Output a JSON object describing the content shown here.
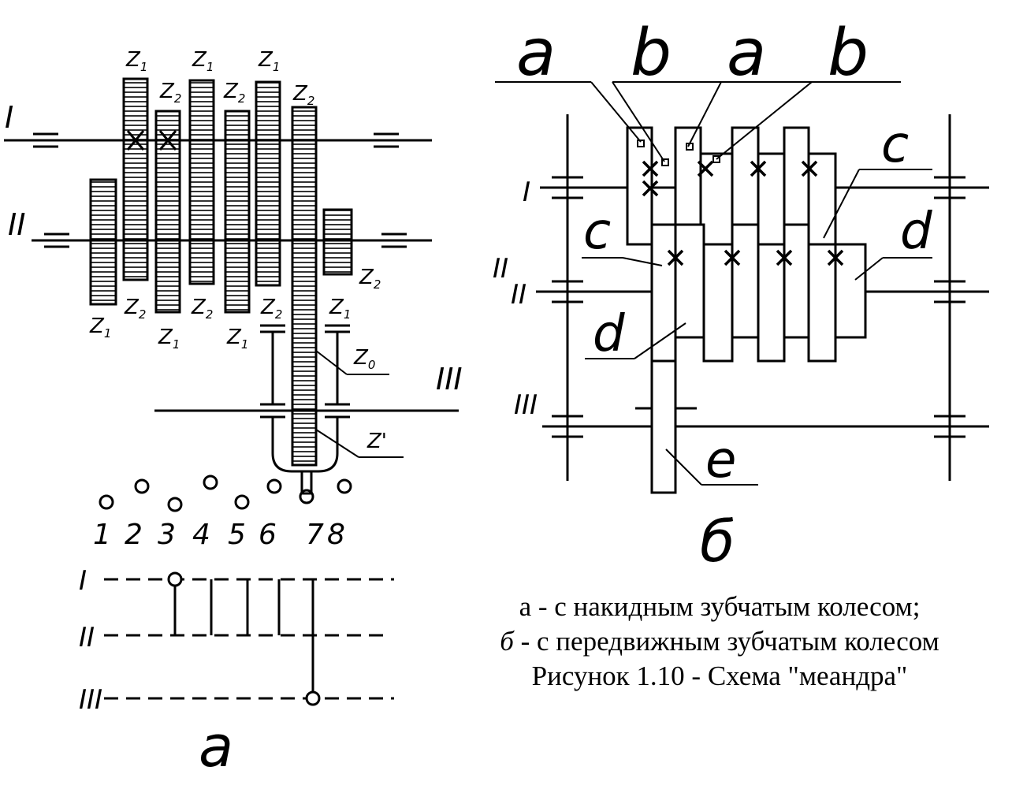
{
  "figure_a": {
    "shaft_labels": [
      "I",
      "II",
      "III"
    ],
    "gear_labels": {
      "z1": "Z",
      "z1_sub": "1",
      "z2": "Z",
      "z2_sub": "2",
      "z0": "Z",
      "z0_sub": "0",
      "z_prime": "Z'"
    },
    "positions": [
      "1",
      "2",
      "3",
      "4",
      "5",
      "6",
      "7",
      "8"
    ],
    "meander_shaft_labels": [
      "I",
      "II",
      "III"
    ],
    "letter": "а"
  },
  "figure_b": {
    "top_labels": [
      "a",
      "b",
      "a",
      "b"
    ],
    "side_labels": {
      "c": "c",
      "d": "d",
      "e": "e"
    },
    "shaft_labels": [
      "I",
      "II",
      "III"
    ],
    "letter": "б"
  },
  "caption": {
    "line1": "а - с накидным зубчатым колесом;",
    "line2_prefix": "б",
    "line2_rest": " - с передвижным зубчатым колесом",
    "line3": "Рисунок 1.10 - Схема \"меандра\""
  }
}
